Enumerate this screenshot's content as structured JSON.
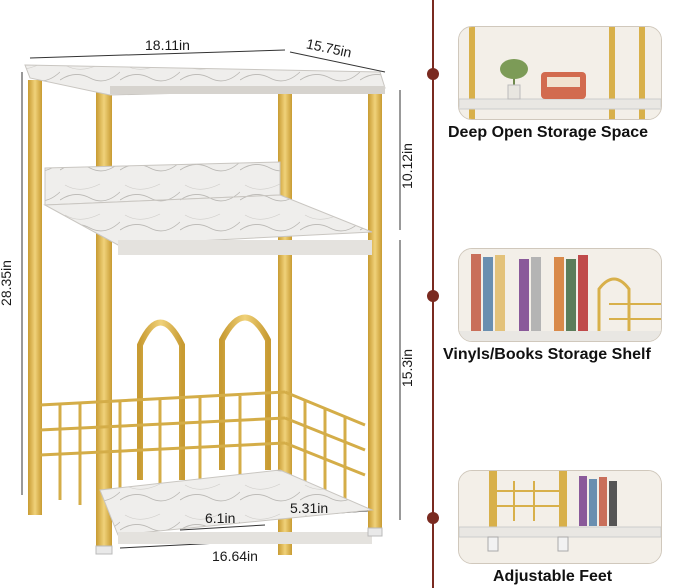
{
  "dimensions": {
    "width": "18.11in",
    "depth": "15.75in",
    "height": "28.35in",
    "top_gap": "10.12in",
    "lower_gap": "15.3in",
    "base_width": "16.64in",
    "slot_left": "6.1in",
    "slot_right": "5.31in"
  },
  "features": [
    {
      "label": "Deep Open Storage Space"
    },
    {
      "label": "Vinyls/Books Storage Shelf"
    },
    {
      "label": "Adjustable Feet"
    }
  ],
  "colors": {
    "gold": "#d9b24a",
    "gold_dark": "#b8912f",
    "marble": "#eceae6",
    "accent": "#7a2a20"
  }
}
